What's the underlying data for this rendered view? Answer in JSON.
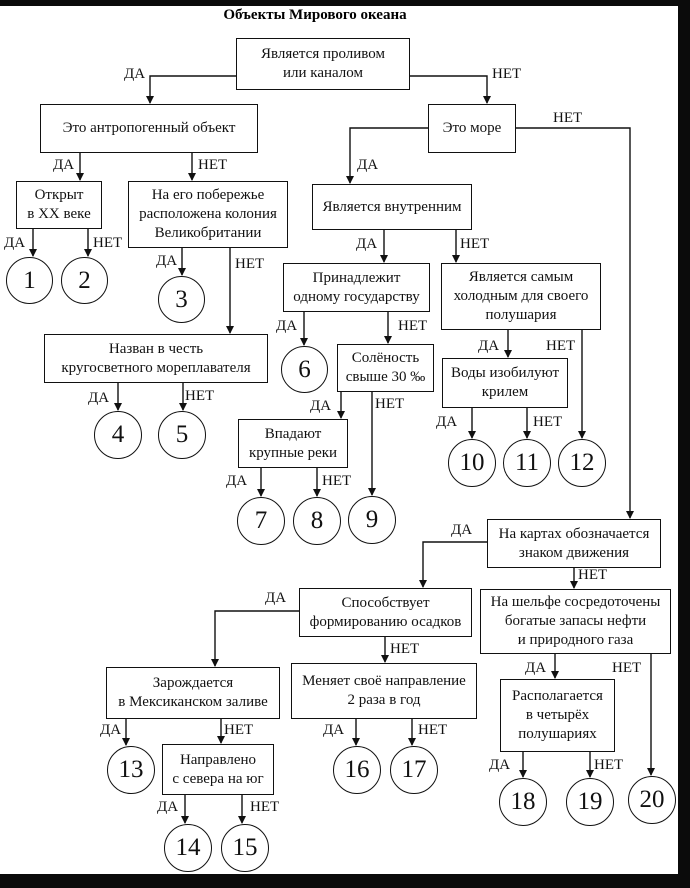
{
  "title": "Объекты Мирового океана",
  "nodes": {
    "q_strait": "Является проливом\nили каналом",
    "q_anthropogenic": "Это антропогенный объект",
    "q_sea": "Это море",
    "q_opened_20c": "Открыт\nв XX веке",
    "q_colony": "На его побережье\nрасположена колония\nВеликобритании",
    "q_inland": "Является внутренним",
    "q_one_state": "Принадлежит\nодному государству",
    "q_coldest": "Является самым\nхолодным для своего\nполушария",
    "q_navigator": "Назван в честь\nкругосветного мореплавателя",
    "q_salinity": "Солёность\nсвыше 30 ‰",
    "q_krill": "Воды изобилуют\nкрилем",
    "q_rivers": "Впадают\nкрупные реки",
    "q_symbol": "На картах обозначается\nзнаком движения",
    "q_precip": "Способствует\nформированию осадков",
    "q_oil": "На шельфе сосредоточены\nбогатые запасы нефти\nи природного газа",
    "q_mexico": "Зарождается\nв Мексиканском заливе",
    "q_direction": "Меняет своё направление\n2 раза в год",
    "q_hemispheres": "Располагается\nв четырёх\nполушариях",
    "q_north_south": "Направлено\nс севера на юг"
  },
  "outcomes": [
    "1",
    "2",
    "3",
    "4",
    "5",
    "6",
    "7",
    "8",
    "9",
    "10",
    "11",
    "12",
    "13",
    "14",
    "15",
    "16",
    "17",
    "18",
    "19",
    "20"
  ],
  "labels": {
    "yes": "ДА",
    "no": "НЕТ"
  }
}
